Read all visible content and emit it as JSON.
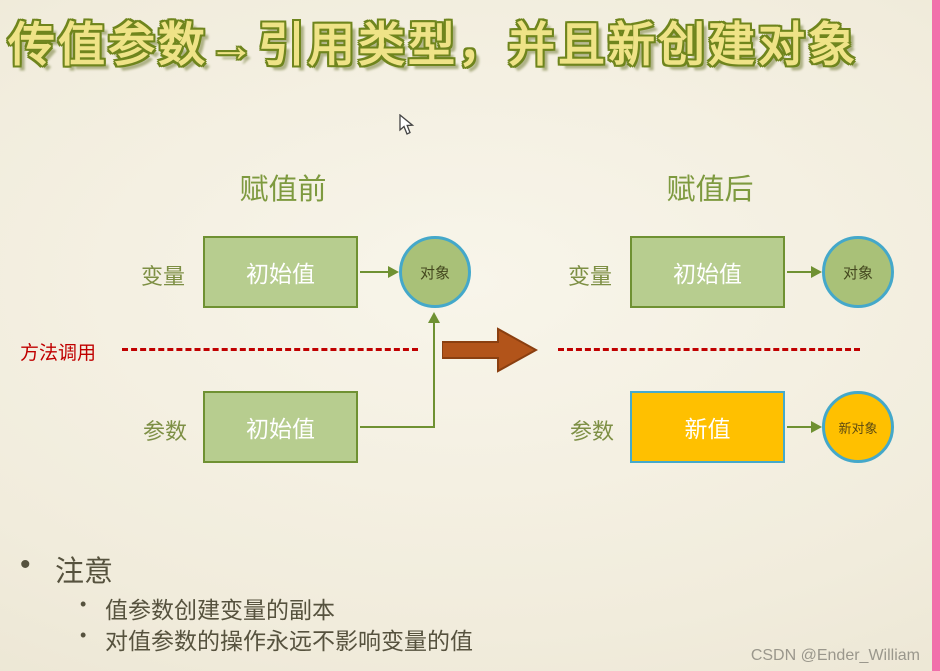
{
  "page": {
    "title": "传值参数→引用类型，并且新创建对象",
    "watermark": "CSDN @Ender_William"
  },
  "diagram": {
    "method_call_label": "方法调用",
    "before": {
      "heading": "赋值前",
      "variable_label": "变量",
      "variable_box": "初始值",
      "object_circle": "对象",
      "param_label": "参数",
      "param_box": "初始值"
    },
    "after": {
      "heading": "赋值后",
      "variable_label": "变量",
      "variable_box": "初始值",
      "object_circle": "对象",
      "param_label": "参数",
      "param_box": "新值",
      "new_object_circle": "新对象"
    }
  },
  "notes": {
    "heading": "注意",
    "items": [
      "值参数创建变量的副本",
      "对值参数的操作永远不影响变量的值"
    ]
  },
  "colors": {
    "background_cream": "#f1ecdc",
    "title_fill": "#efe387",
    "title_outline": "#6f851d",
    "heading_green": "#7e9a3f",
    "green_box_fill": "#b7cd8f",
    "green_border": "#6f9132",
    "circle_green_fill": "#a9c178",
    "circle_blue_border": "#44a8ca",
    "orange_fill": "#ffc000",
    "red_accent": "#c00000",
    "big_arrow_brown": "#b2541a",
    "pink_strip": "#f170ab"
  }
}
